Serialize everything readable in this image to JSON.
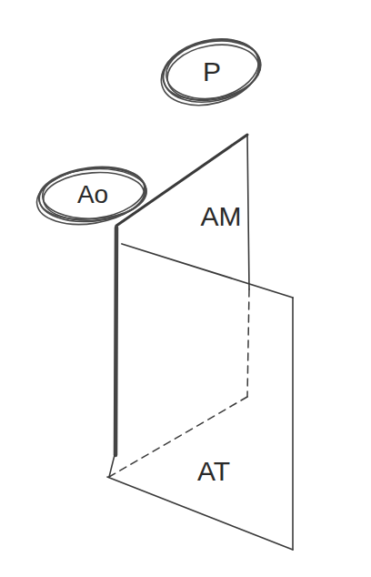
{
  "diagram": {
    "nodes": [
      {
        "text": [
          "P"
        ]
      },
      {
        "text": [
          "Ao"
        ]
      },
      {
        "text": [
          "AM"
        ]
      },
      {
        "text": [
          "AT"
        ]
      }
    ]
  }
}
